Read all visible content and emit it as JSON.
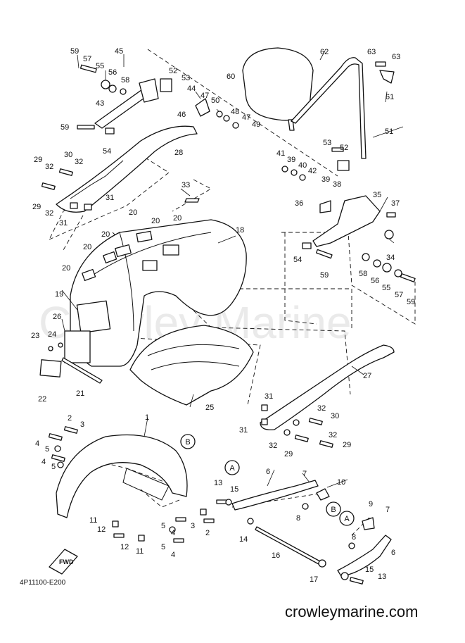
{
  "watermark": "Crowley Marine",
  "diagram_code": "4P11100-E200",
  "website": "crowleymarine.com",
  "fwd_label": "FWD",
  "callouts": {
    "a": "A",
    "b": "B"
  },
  "labels": {
    "l1": "1",
    "l2a": "2",
    "l2b": "2",
    "l3a": "3",
    "l3b": "3",
    "l4a": "4",
    "l4b": "4",
    "l4c": "4",
    "l4d": "4",
    "l5a": "5",
    "l5b": "5",
    "l5c": "5",
    "l5d": "5",
    "l6a": "6",
    "l6b": "6",
    "l7a": "7",
    "l7b": "7",
    "l8a": "8",
    "l8b": "8",
    "l9": "9",
    "l10": "10",
    "l11a": "11",
    "l11b": "11",
    "l12a": "12",
    "l12b": "12",
    "l13a": "13",
    "l13b": "13",
    "l14": "14",
    "l15a": "15",
    "l15b": "15",
    "l16": "16",
    "l17": "17",
    "l18": "18",
    "l19": "19",
    "l20a": "20",
    "l20b": "20",
    "l20c": "20",
    "l20d": "20",
    "l20e": "20",
    "l20f": "20",
    "l21": "21",
    "l22": "22",
    "l23": "23",
    "l24": "24",
    "l25": "25",
    "l26": "26",
    "l27": "27",
    "l28": "28",
    "l29a": "29",
    "l29b": "29",
    "l29c": "29",
    "l30a": "30",
    "l30b": "30",
    "l31a": "31",
    "l31b": "31",
    "l31c": "31",
    "l31d": "31",
    "l32a": "32",
    "l32b": "32",
    "l32c": "32",
    "l32d": "32",
    "l32e": "32",
    "l32f": "32",
    "l33": "33",
    "l34": "34",
    "l35": "35",
    "l36": "36",
    "l37": "37",
    "l38": "38",
    "l39a": "39",
    "l39b": "39",
    "l40": "40",
    "l41": "41",
    "l42": "42",
    "l43": "43",
    "l44": "44",
    "l45": "45",
    "l46": "46",
    "l47a": "47",
    "l47b": "47",
    "l48": "48",
    "l49": "49",
    "l50": "50",
    "l51": "51",
    "l52a": "52",
    "l52b": "52",
    "l53a": "53",
    "l53b": "53",
    "l54a": "54",
    "l54b": "54",
    "l55a": "55",
    "l55b": "55",
    "l56a": "56",
    "l56b": "56",
    "l57a": "57",
    "l57b": "57",
    "l58a": "58",
    "l58b": "58",
    "l59a": "59",
    "l59b": "59",
    "l59c": "59",
    "l59d": "59",
    "l60": "60",
    "l61": "61",
    "l62": "62",
    "l63a": "63",
    "l63b": "63"
  }
}
